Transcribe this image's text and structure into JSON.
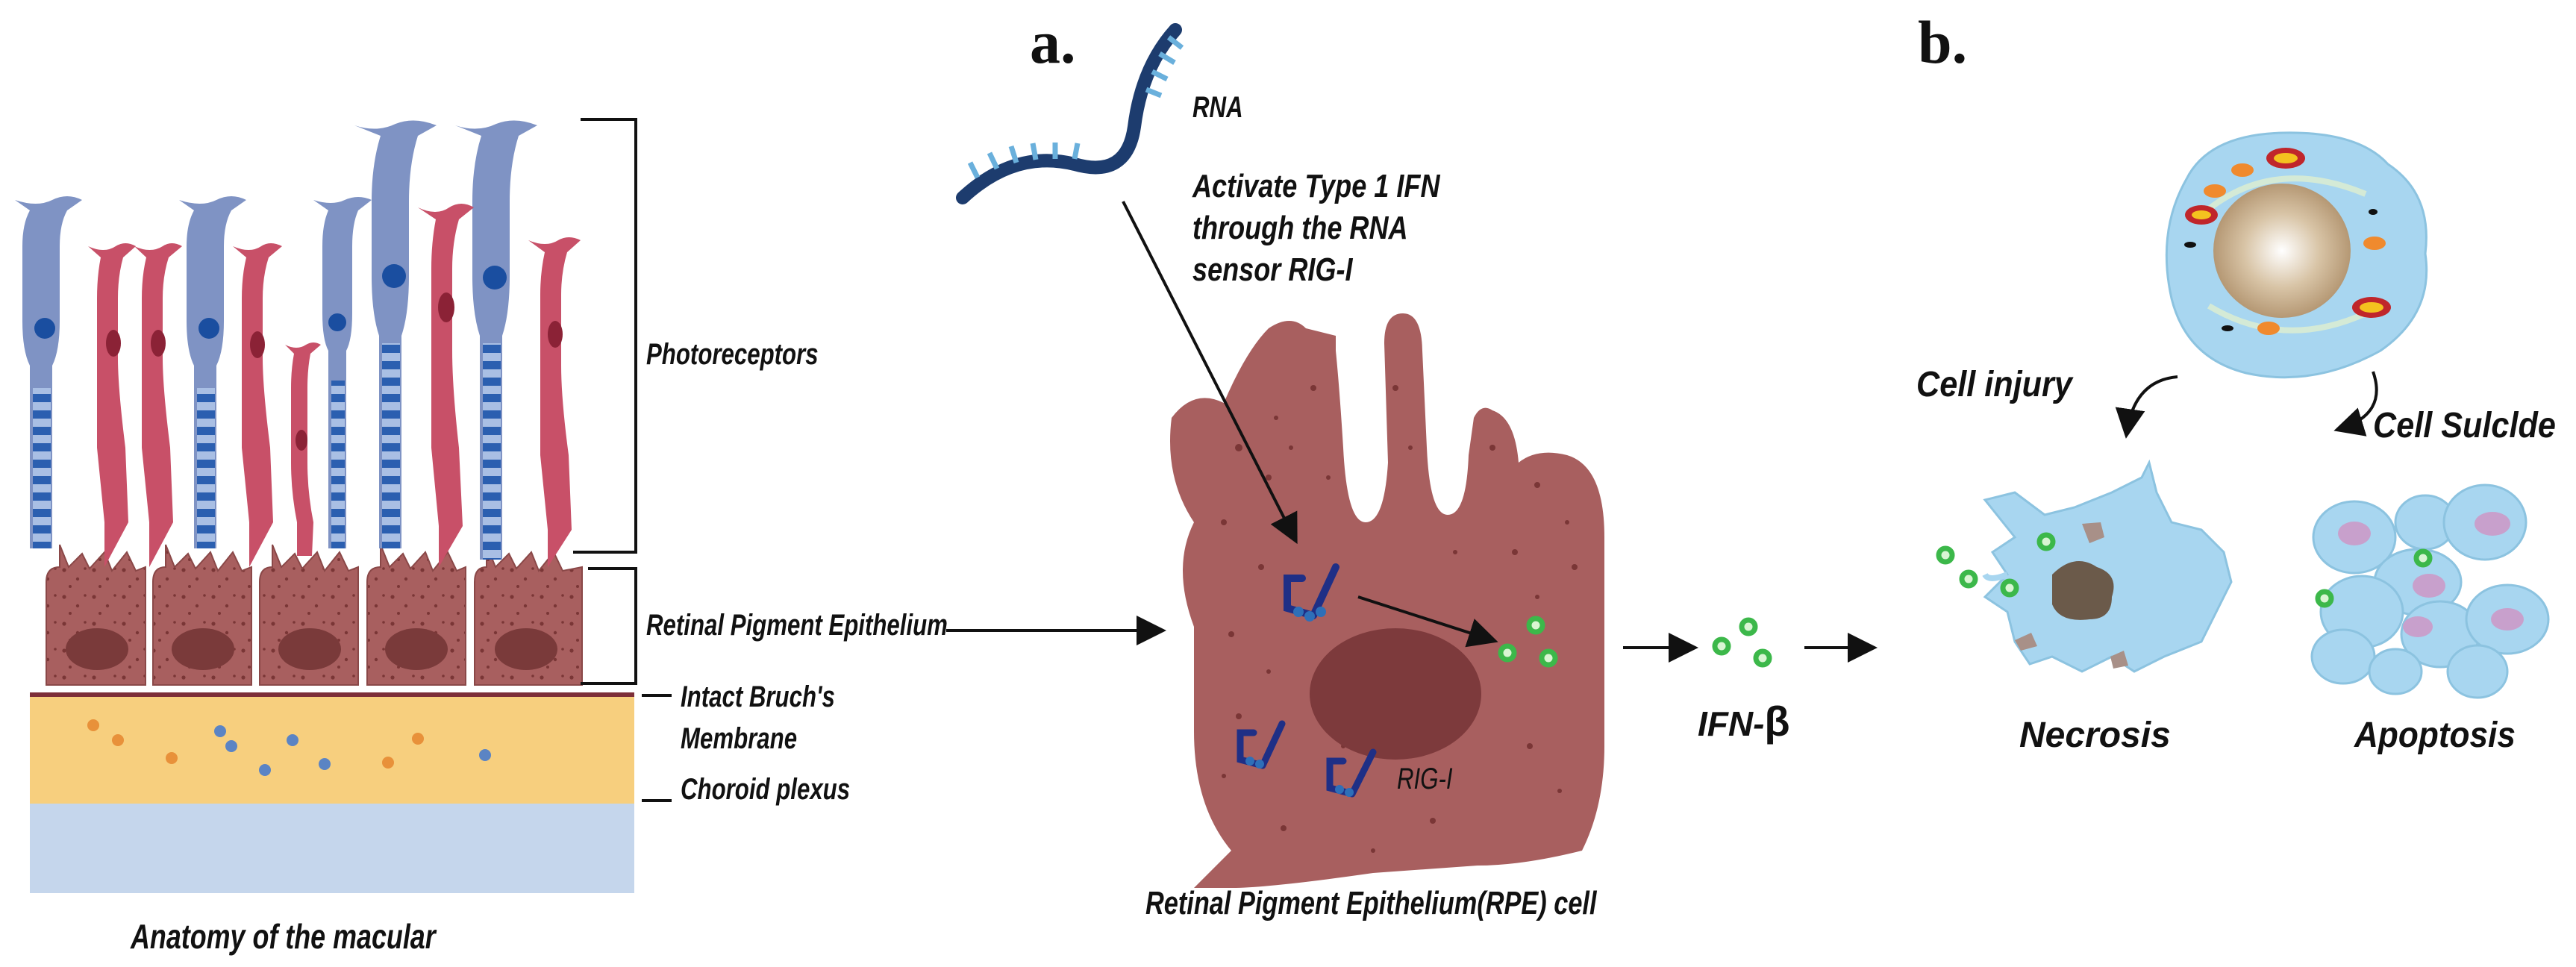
{
  "panels": {
    "a": "a.",
    "b": "b."
  },
  "labels": {
    "photoreceptors": "Photoreceptors",
    "rpe_layer": "Retinal Pigment Epithelium",
    "bruch": "Intact Bruch's\nMembrane",
    "choroid": "Choroid plexus",
    "anatomy_caption": "Anatomy of the macular",
    "rna": "RNA",
    "activate": "Activate Type 1 IFN\nthrough the RNA\nsensor RIG-I",
    "rig_i": "RIG-I",
    "rpe_cell_caption": "Retinal Pigment Epithelium(RPE) cell",
    "ifn_prefix": "IFN-",
    "ifn_beta": "β",
    "cell_injury": "Cell injury",
    "cell_suicide": "Cell Sulclde",
    "necrosis": "Necrosis",
    "apoptosis": "Apoptosis"
  },
  "colors": {
    "rod_blue": "#7f93c4",
    "rod_stripe": "#2b5fb0",
    "cone_red": "#c85068",
    "rpe_brown": "#a85f5f",
    "choroid_yellow": "#f7cf7e",
    "choroid_blue": "#c5d6ec",
    "cell_blue": "#a8d6f0",
    "ifn_green": "#3cb84a"
  }
}
